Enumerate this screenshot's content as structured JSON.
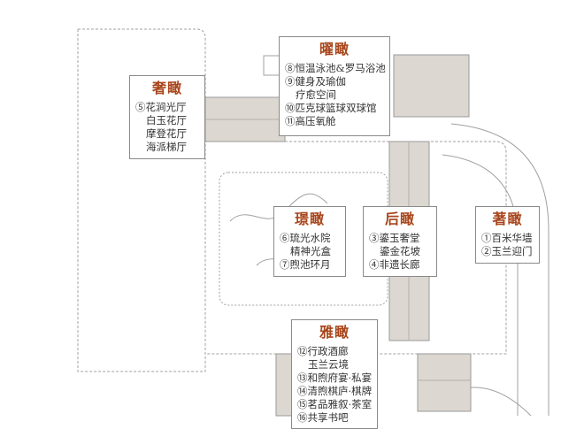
{
  "colors": {
    "title": "#a8461c",
    "room_fill": "#dcd8d1",
    "outline": "#9a9a9a"
  },
  "zones": [
    {
      "title": "奢瞰",
      "items": [
        "⑤花涧光厅",
        "白玉花厅",
        "摩登花厅",
        "海派梯厅"
      ]
    },
    {
      "title": "曜瞰",
      "items": [
        "⑧恒温泳池&罗马浴池",
        "⑨健身及瑜伽",
        "疗愈空间",
        "⑩匹克球篮球双球馆",
        "⑪高压氧舱"
      ]
    },
    {
      "title": "璟瞰",
      "items": [
        "⑥琉光水院",
        "精神光盒",
        "⑦煦池环月"
      ]
    },
    {
      "title": "后瞰",
      "items": [
        "③鎏玉奢堂",
        "鎏金花坡",
        "④非遗长廊"
      ]
    },
    {
      "title": "著瞰",
      "items": [
        "①百米华墙",
        "②玉兰迎门"
      ]
    },
    {
      "title": "雅瞰",
      "items": [
        "⑫行政酒廊",
        "玉兰云境",
        "⑬和煦府宴·私宴",
        "⑭清煦棋庐·棋牌",
        "⑮茗品雅叙·茶室",
        "⑯共享书吧"
      ]
    }
  ]
}
